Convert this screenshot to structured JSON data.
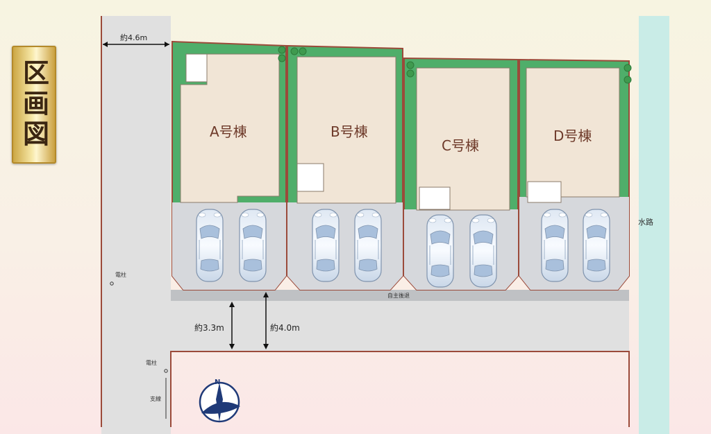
{
  "title": "区画図",
  "road_north": {
    "width_label": "約4.6m"
  },
  "road_south": {
    "width_label_1": "約3.3m",
    "width_label_2": "約4.0m"
  },
  "private_road_label": "自主後退",
  "waterway_label": "水路",
  "utility_pole_label_1": "電柱",
  "utility_pole_label_2": "電柱",
  "support_wire_label": "支線",
  "compass": {
    "north_letter": "N"
  },
  "lots": [
    {
      "house_label": "A号棟"
    },
    {
      "house_label": "B号棟"
    },
    {
      "house_label": "C号棟"
    },
    {
      "house_label": "D号棟"
    }
  ],
  "colors": {
    "lot_border": "#9b4a3a",
    "garden": "#4fae6a",
    "building": "#f1e5d6",
    "parking": "#d6d8dc",
    "road": "#e0e0e0",
    "waterway": "#c9ece7",
    "house_text": "#6e3a2a"
  }
}
